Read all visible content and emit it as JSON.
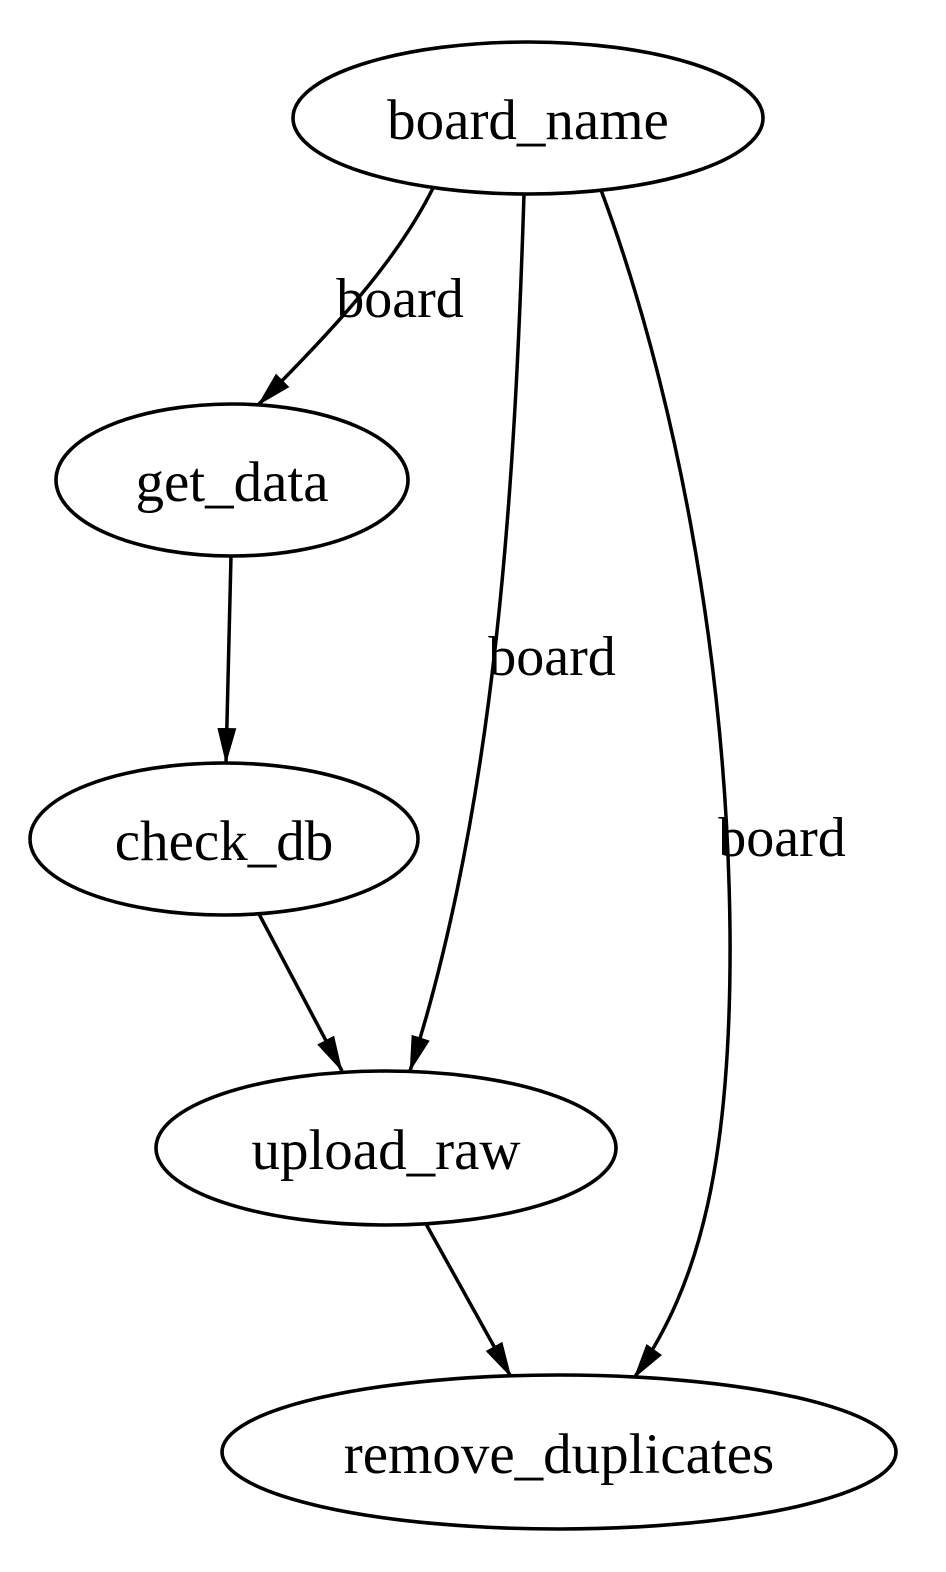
{
  "diagram": {
    "type": "directed-graph",
    "background_color": "#ffffff",
    "line_color": "#000000",
    "text_color": "#000000",
    "node_shape": "ellipse",
    "nodes": [
      {
        "id": "board_name",
        "label": "board_name"
      },
      {
        "id": "get_data",
        "label": "get_data"
      },
      {
        "id": "check_db",
        "label": "check_db"
      },
      {
        "id": "upload_raw",
        "label": "upload_raw"
      },
      {
        "id": "remove_duplicates",
        "label": "remove_duplicates"
      }
    ],
    "edges": [
      {
        "from": "board_name",
        "to": "get_data",
        "label": "board"
      },
      {
        "from": "board_name",
        "to": "upload_raw",
        "label": "board"
      },
      {
        "from": "board_name",
        "to": "remove_duplicates",
        "label": "board"
      },
      {
        "from": "get_data",
        "to": "check_db",
        "label": ""
      },
      {
        "from": "check_db",
        "to": "upload_raw",
        "label": ""
      },
      {
        "from": "upload_raw",
        "to": "remove_duplicates",
        "label": ""
      }
    ]
  }
}
